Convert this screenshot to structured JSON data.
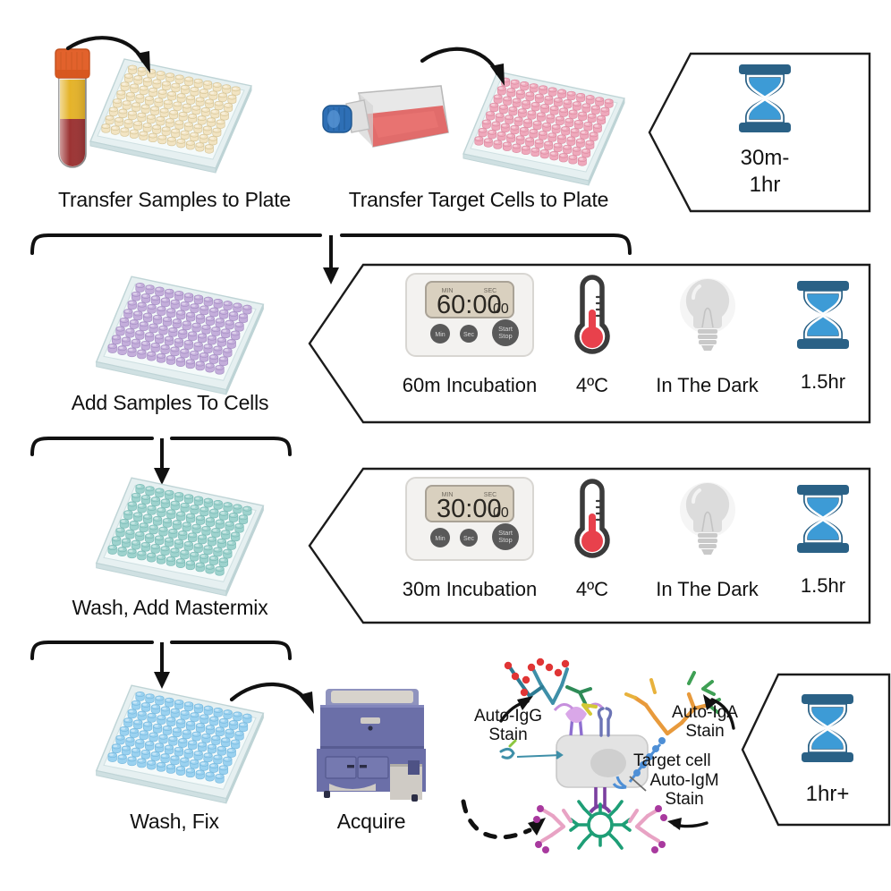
{
  "diagram": {
    "title": "Cell-based autoantibody flow cytometry assay workflow",
    "colors": {
      "hourglass_dark": "#2A6186",
      "hourglass_sand": "#3D9BD6",
      "thermometer_red": "#E8414C",
      "thermometer_body": "#3B3B3B",
      "bulb_grey": "#D9D9D9",
      "cytometer_body": "#6B6FA8",
      "plate_frame": "#D9E6E8",
      "well_samples": "#F2E4C2",
      "well_cells": "#EFA9BC",
      "well_mix": "#C4AEDB",
      "well_mastermix": "#9ED3CE",
      "well_fix": "#9BD2F0",
      "tube_cap": "#E2622C",
      "tube_serum": "#E5B32A",
      "tube_clot": "#9C3434",
      "flask_cap": "#2E6FB5",
      "flask_media": "#E0615F",
      "stroke": "#1b1b1b"
    },
    "steps": [
      {
        "id": "transfer-samples",
        "label": "Transfer Samples to Plate"
      },
      {
        "id": "transfer-cells",
        "label": "Transfer Target Cells to Plate"
      },
      {
        "id": "add-samples",
        "label": "Add Samples To Cells"
      },
      {
        "id": "wash-mastermix",
        "label": "Wash, Add Mastermix"
      },
      {
        "id": "wash-fix",
        "label": "Wash, Fix"
      },
      {
        "id": "acquire",
        "label": "Acquire"
      }
    ],
    "callouts": [
      {
        "id": "callout-prep",
        "items": [
          {
            "icon": "hourglass-icon",
            "label": "30m-\n1hr",
            "line1": "30m-",
            "line2": "1hr"
          }
        ]
      },
      {
        "id": "callout-incubation-60",
        "items": [
          {
            "icon": "timer-icon",
            "label": "60m Incubation"
          },
          {
            "icon": "thermometer-icon",
            "label": "4ºC"
          },
          {
            "icon": "lightbulb-off-icon",
            "label": "In The Dark"
          },
          {
            "icon": "hourglass-icon",
            "label": "1.5hr"
          }
        ]
      },
      {
        "id": "callout-incubation-30",
        "items": [
          {
            "icon": "timer-icon",
            "label": "30m Incubation"
          },
          {
            "icon": "thermometer-icon",
            "label": "4ºC"
          },
          {
            "icon": "lightbulb-off-icon",
            "label": "In The Dark"
          },
          {
            "icon": "hourglass-icon",
            "label": "1.5hr"
          }
        ]
      },
      {
        "id": "callout-acquire",
        "items": [
          {
            "icon": "hourglass-icon",
            "label": "1hr+"
          }
        ]
      }
    ],
    "timers": [
      {
        "id": "timer-60",
        "display": "60:00",
        "sub": "00",
        "min_label": "MIN",
        "sec_label": "SEC",
        "buttons": [
          "Min",
          "Sec",
          "Start\nStop"
        ],
        "btn_min": "Min",
        "btn_sec": "Sec",
        "btn_start1": "Start",
        "btn_start2": "Stop"
      },
      {
        "id": "timer-30",
        "display": "30:00",
        "sub": "00",
        "min_label": "MIN",
        "sec_label": "SEC",
        "buttons": [
          "Min",
          "Sec",
          "Start\nStop"
        ],
        "btn_min": "Min",
        "btn_sec": "Sec",
        "btn_start1": "Start",
        "btn_start2": "Stop"
      }
    ],
    "stain_panel": {
      "labels": [
        {
          "id": "auto-igg",
          "line1": "Auto-IgG",
          "line2": "Stain"
        },
        {
          "id": "auto-iga",
          "line1": "Auto-IgA",
          "line2": "Stain"
        },
        {
          "id": "auto-igm",
          "line1": "Auto-IgM",
          "line2": "Stain"
        },
        {
          "id": "target-cell",
          "line1": "Target cell",
          "line2": ""
        }
      ],
      "target_cell": "Target cell",
      "igg_l1": "Auto-IgG",
      "igg_l2": "Stain",
      "iga_l1": "Auto-IgA",
      "iga_l2": "Stain",
      "igm_l1": "Auto-IgM",
      "igm_l2": "Stain"
    }
  }
}
